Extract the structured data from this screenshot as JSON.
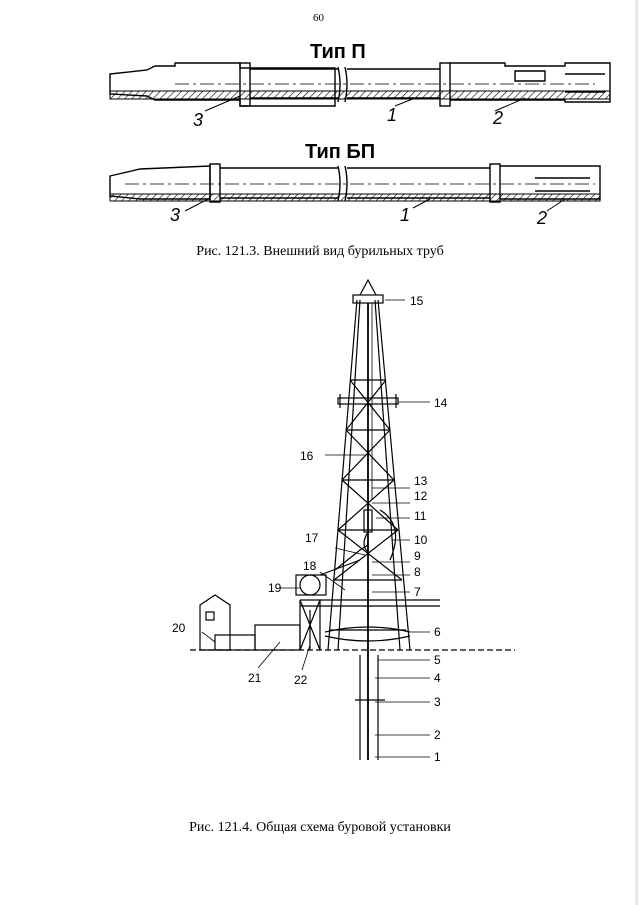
{
  "page_number": "60",
  "figure1": {
    "type_p": "Тип П",
    "type_bp": "Тип БП",
    "callouts_p": [
      "3",
      "1",
      "2"
    ],
    "callouts_bp": [
      "3",
      "1",
      "2"
    ],
    "caption": "Рис. 121.3. Внешний вид бурильных труб"
  },
  "figure2": {
    "labels": [
      "1",
      "2",
      "3",
      "4",
      "5",
      "6",
      "7",
      "8",
      "9",
      "10",
      "11",
      "12",
      "13",
      "14",
      "15",
      "16",
      "17",
      "18",
      "19",
      "20",
      "21",
      "22"
    ],
    "caption": "Рис. 121.4. Общая схема буровой установки"
  }
}
